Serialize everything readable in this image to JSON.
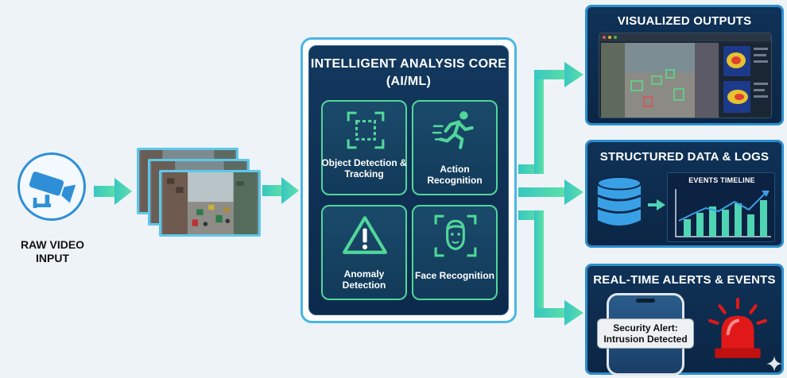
{
  "input": {
    "label": "RAW VIDEO INPUT"
  },
  "core": {
    "title": "INTELLIGENT ANALYSIS CORE (AI/ML)",
    "modules": [
      {
        "label": "Object Detection & Tracking",
        "icon": "bounding-box-icon"
      },
      {
        "label": "Action Recognition",
        "icon": "running-person-icon"
      },
      {
        "label": "Anomaly Detection",
        "icon": "warning-triangle-icon"
      },
      {
        "label": "Face Recognition",
        "icon": "face-scan-icon"
      }
    ]
  },
  "outputs": {
    "visualized": {
      "title": "VISUALIZED OUTPUTS"
    },
    "structured": {
      "title": "STRUCTURED DATA & LOGS",
      "chart_title": "EVENTS TIMELINE"
    },
    "alerts": {
      "title": "REAL-TIME ALERTS & EVENTS",
      "alert_text": "Security Alert: Intrusion Detected"
    }
  },
  "colors": {
    "arrow": "#4fd4b4",
    "panel_border": "#2a8fd0",
    "panel_bg": "#0f3257",
    "tile_border": "#52d69a",
    "camera": "#2f8fd6",
    "siren": "#e01818"
  }
}
